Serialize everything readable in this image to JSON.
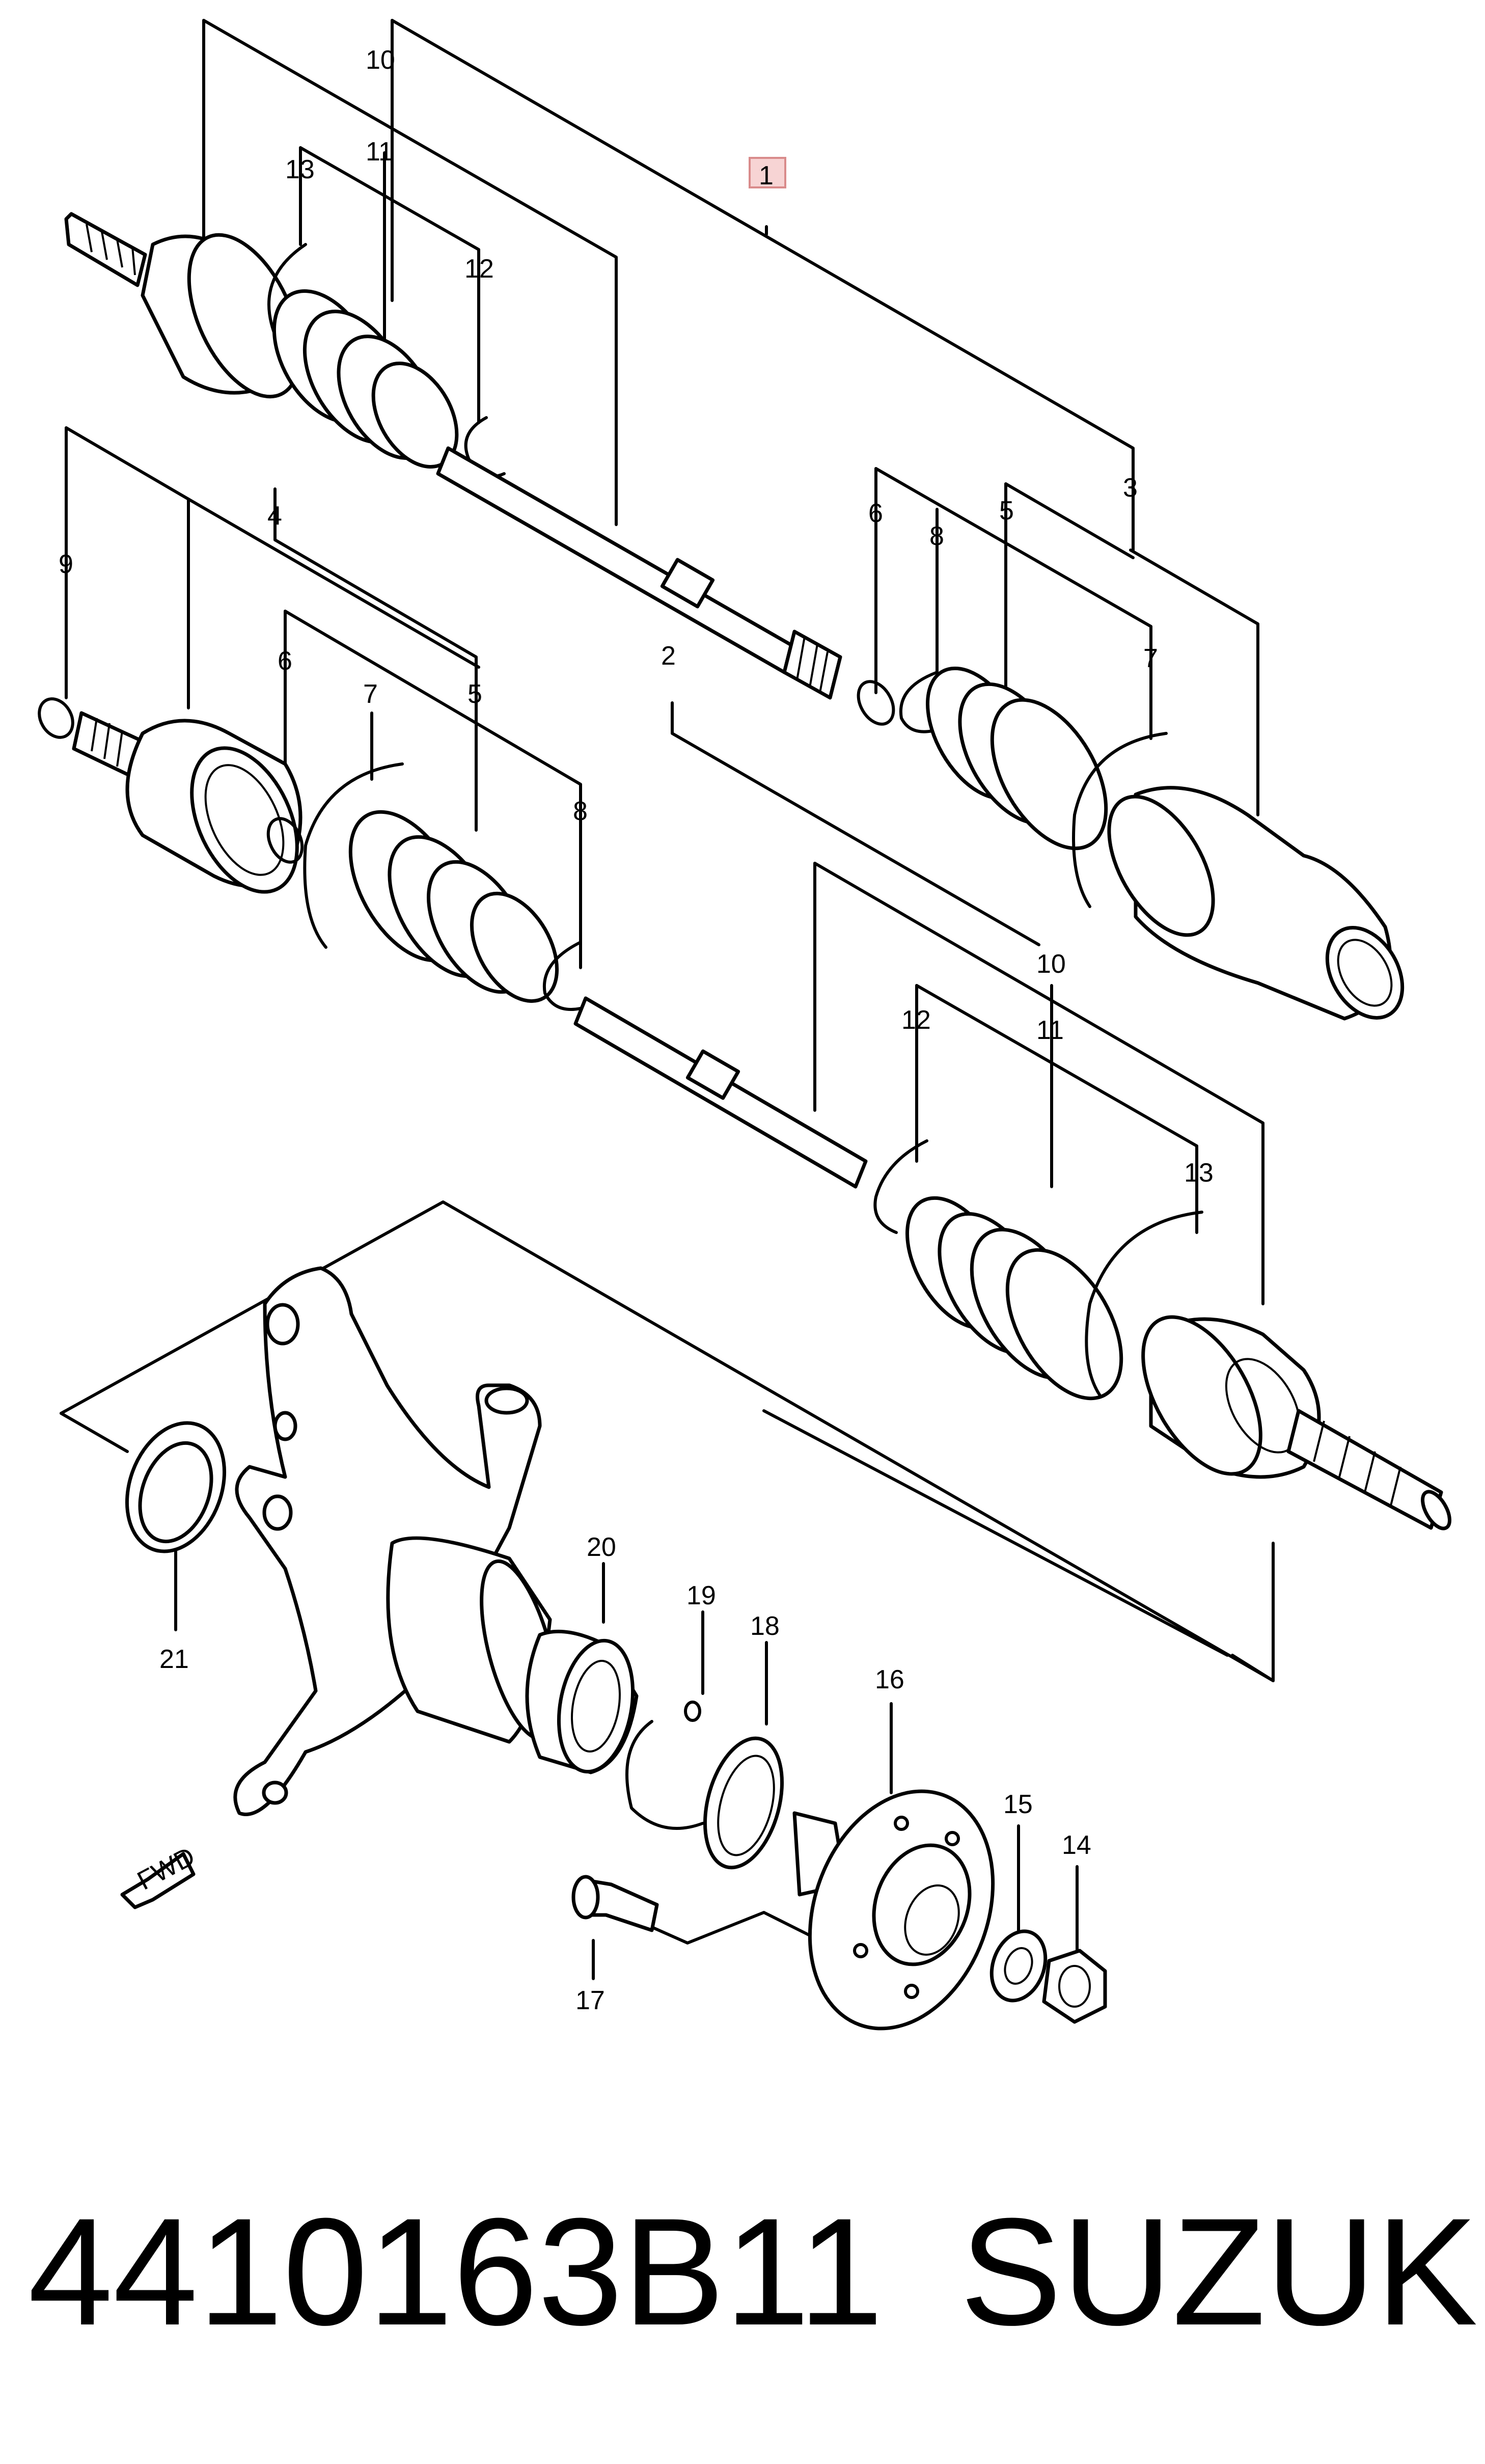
{
  "diagram": {
    "callouts": [
      "1",
      "2",
      "3",
      "4",
      "5",
      "5",
      "6",
      "6",
      "7",
      "7",
      "8",
      "8",
      "9",
      "10",
      "10",
      "11",
      "11",
      "12",
      "12",
      "13",
      "13",
      "14",
      "15",
      "16",
      "17",
      "18",
      "19",
      "20",
      "21"
    ],
    "direction_label": "FWD",
    "highlighted_callout": "1"
  },
  "caption": {
    "part_number": "4410163B11",
    "brand": "SUZUKI"
  }
}
